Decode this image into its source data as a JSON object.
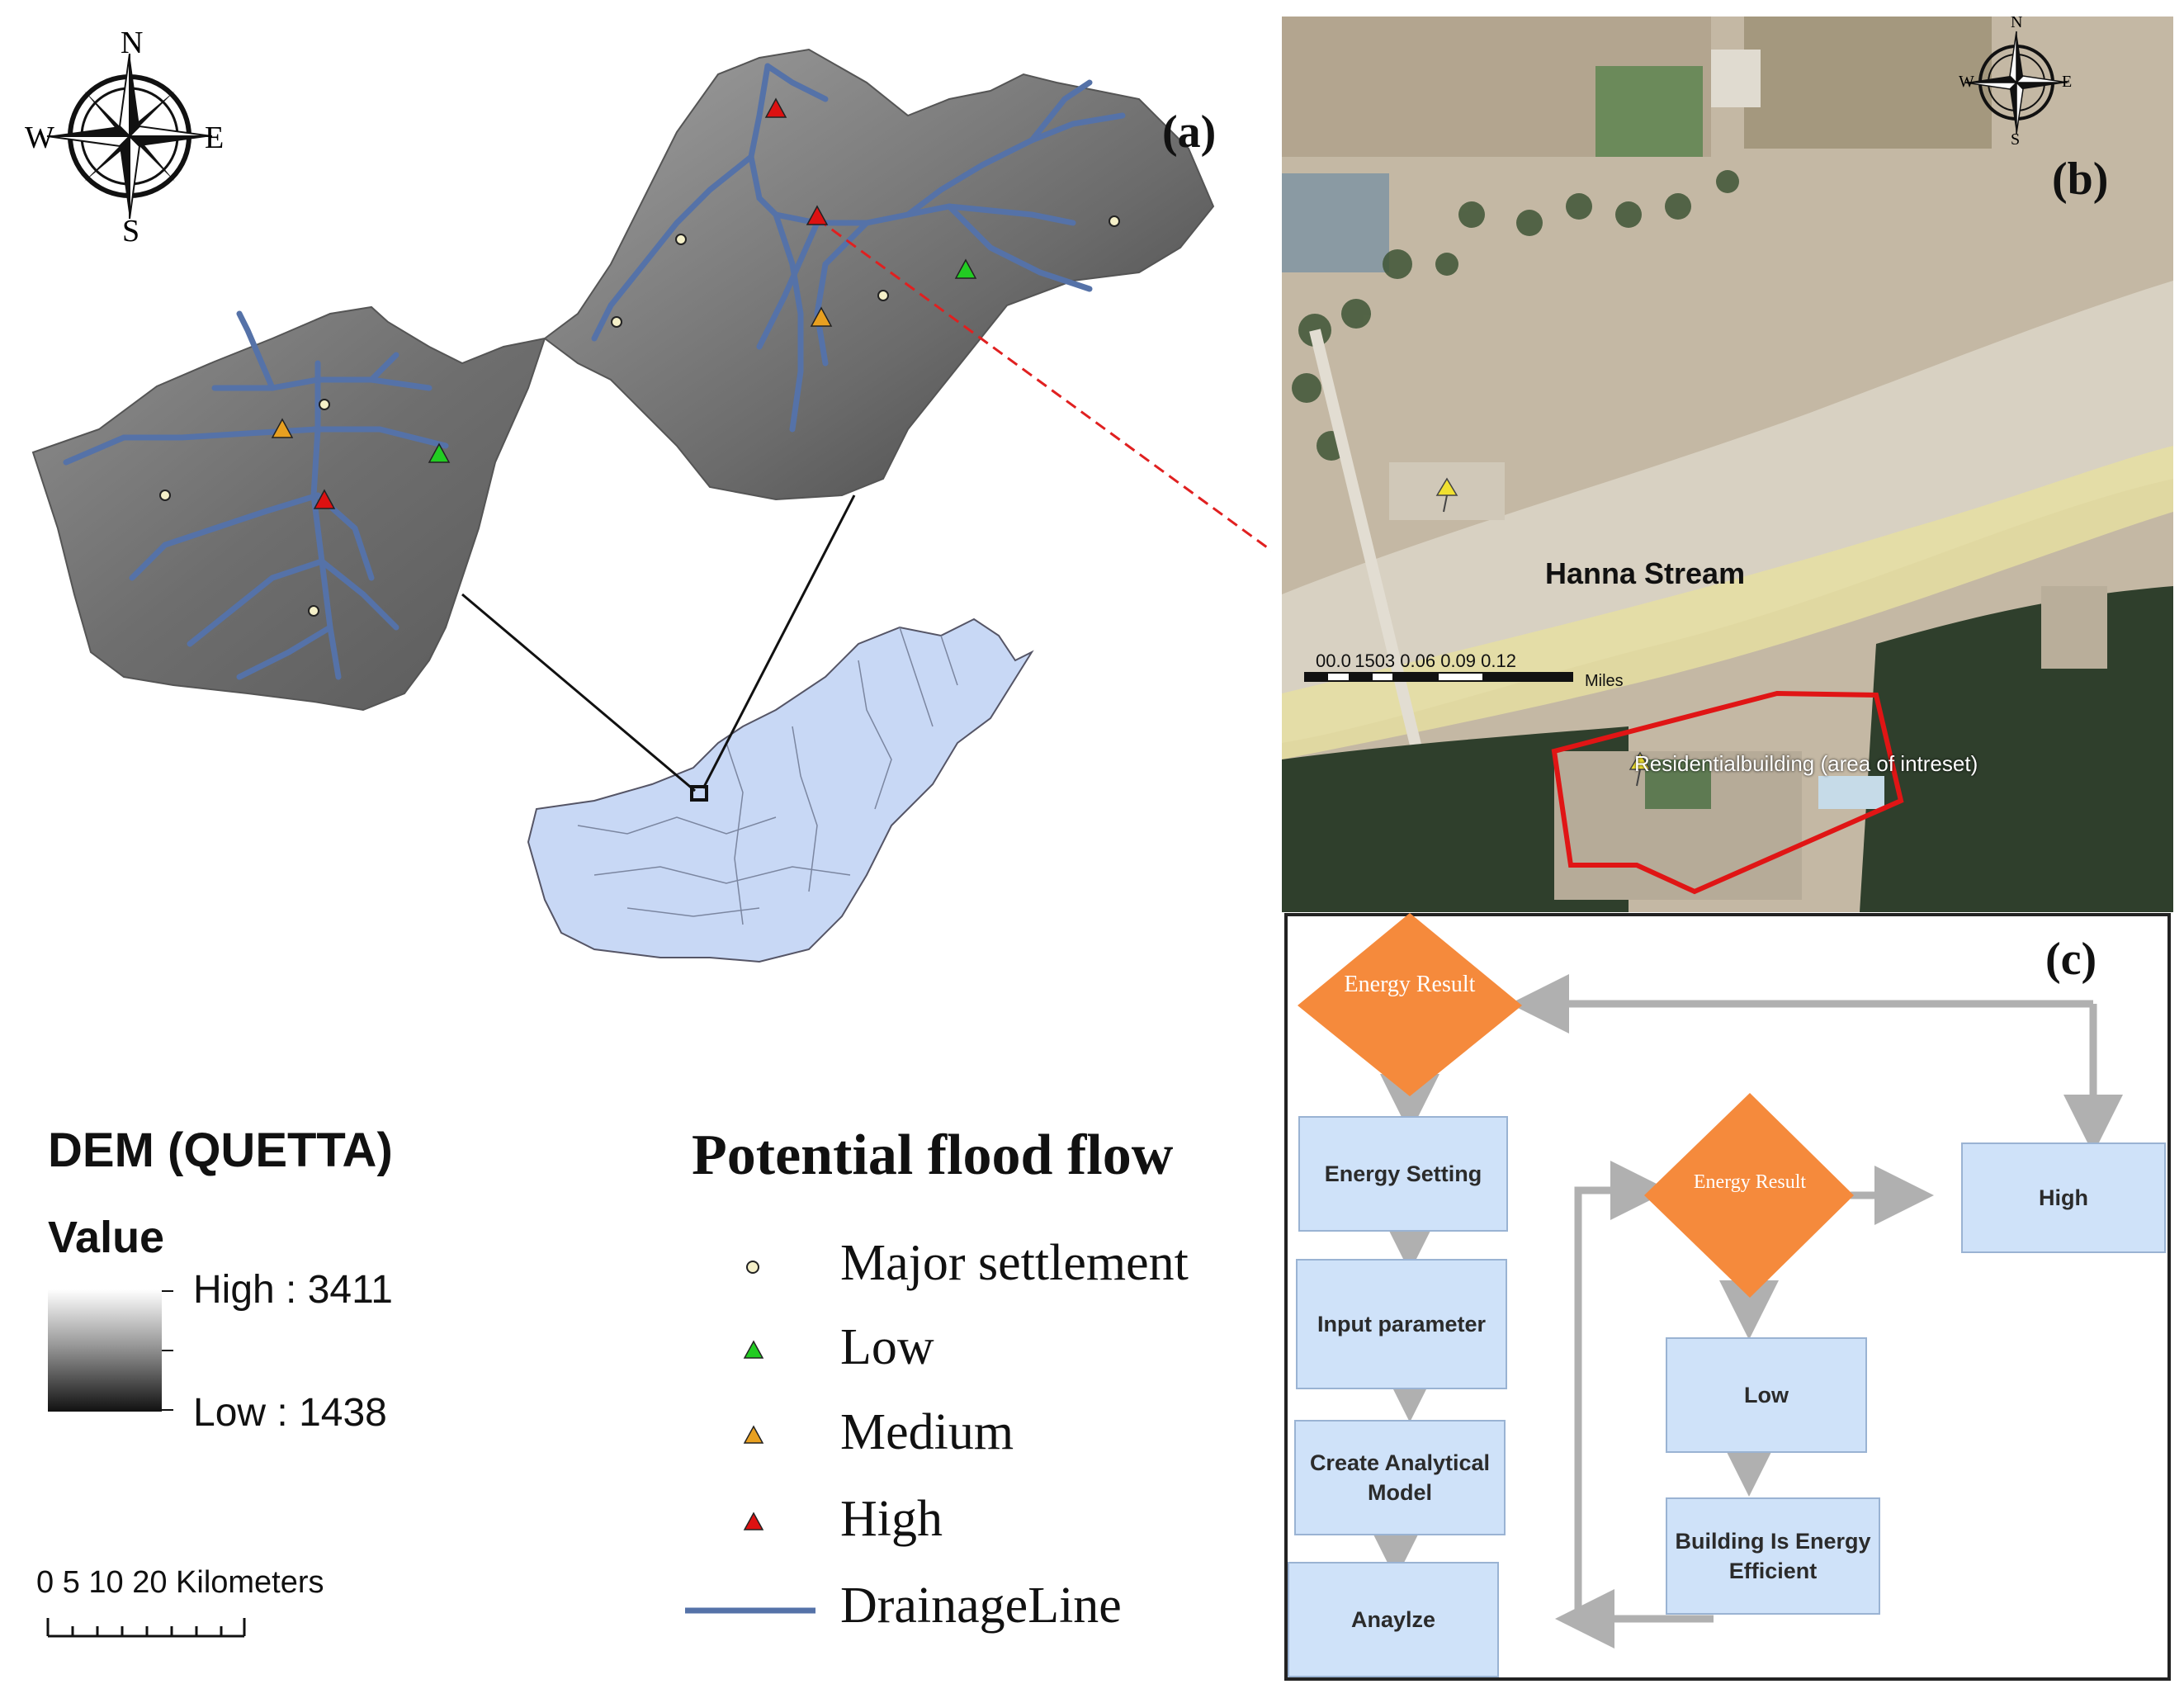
{
  "panel_labels": {
    "a": "(a)",
    "b": "(b)",
    "c": "(c)"
  },
  "compass": {
    "n": "N",
    "s": "S",
    "e": "E",
    "w": "W"
  },
  "dem_legend": {
    "title": "DEM (QUETTA)",
    "value_label": "Value",
    "high": "High : 3411",
    "low": "Low : 1438"
  },
  "flood_legend": {
    "title": "Potential flood flow",
    "items": [
      {
        "label": "Major settlement",
        "symbol": "circle",
        "color": "#f5f0c8"
      },
      {
        "label": "Low",
        "symbol": "triangle",
        "color": "#22cc22"
      },
      {
        "label": "Medium",
        "symbol": "triangle",
        "color": "#e8a020"
      },
      {
        "label": "High",
        "symbol": "triangle",
        "color": "#dd1111"
      },
      {
        "label": "DrainageLine",
        "symbol": "line",
        "color": "#5572a8"
      }
    ]
  },
  "scale_bar": {
    "labels": "0   5  10         20 Kilometers"
  },
  "satellite": {
    "stream_label": "Hanna Stream",
    "residential_label": "Residentialbuilding (area of intreset)",
    "scale_numbers": "00.0 1503    0.06    0.09    0.12",
    "scale_unit": "Miles"
  },
  "flowchart": {
    "diamond_top": "Energy Result",
    "diamond_mid": "Energy Result",
    "boxes": {
      "energy_setting": "Energy Setting",
      "input_parameter": "Input parameter",
      "create_model": "Create Analytical Model",
      "analyze": "Anaylze",
      "high": "High",
      "low": "Low",
      "efficient": "Building Is Energy Efficient"
    }
  },
  "colors": {
    "drainage": "#5572a8",
    "flowchart_box": "#cfe2f9",
    "flowchart_diamond": "#f58a3c",
    "arrow": "#b0b0b0",
    "pakistan_fill": "#c8d8f5",
    "connector_red": "#e02020"
  }
}
